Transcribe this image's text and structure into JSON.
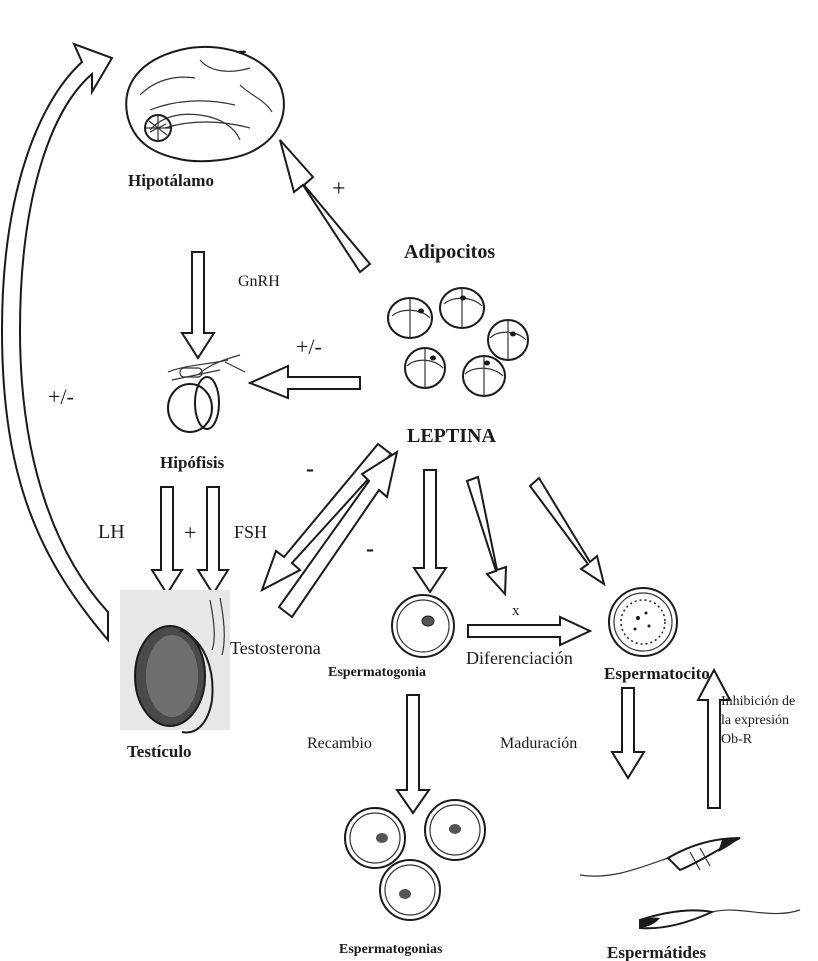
{
  "nodes": {
    "hypothalamus": "Hipotálamo",
    "adipocytes": "Adipocitos",
    "leptin": "LEPTINA",
    "pituitary": "Hipófisis",
    "testicle": "Testículo",
    "spermatogonia": "Espermatogonia",
    "spermatocyte": "Espermatocito",
    "spermatogonia_pool": "Espermatogonias",
    "spermatids": "Espermátides"
  },
  "edges": {
    "gnrh": "GnRH",
    "lh": "LH",
    "fsh": "FSH",
    "testosterone": "Testosterona",
    "differentiation": "Diferenciación",
    "renewal": "Recambio",
    "maturation": "Maduración",
    "receptor_inhibition_1": "Inhibición de",
    "receptor_inhibition_2": "la expresión",
    "receptor_inhibition_3": "Ob-R"
  },
  "signs": {
    "feedback_loop": "+/-",
    "hypothalamus_minus": "-",
    "leptin_to_hypothalamus": "+",
    "leptin_to_pituitary": "+/-",
    "lh_fsh": "+",
    "testis_minus_1": "-",
    "testis_minus_2": "-",
    "block": "x"
  }
}
